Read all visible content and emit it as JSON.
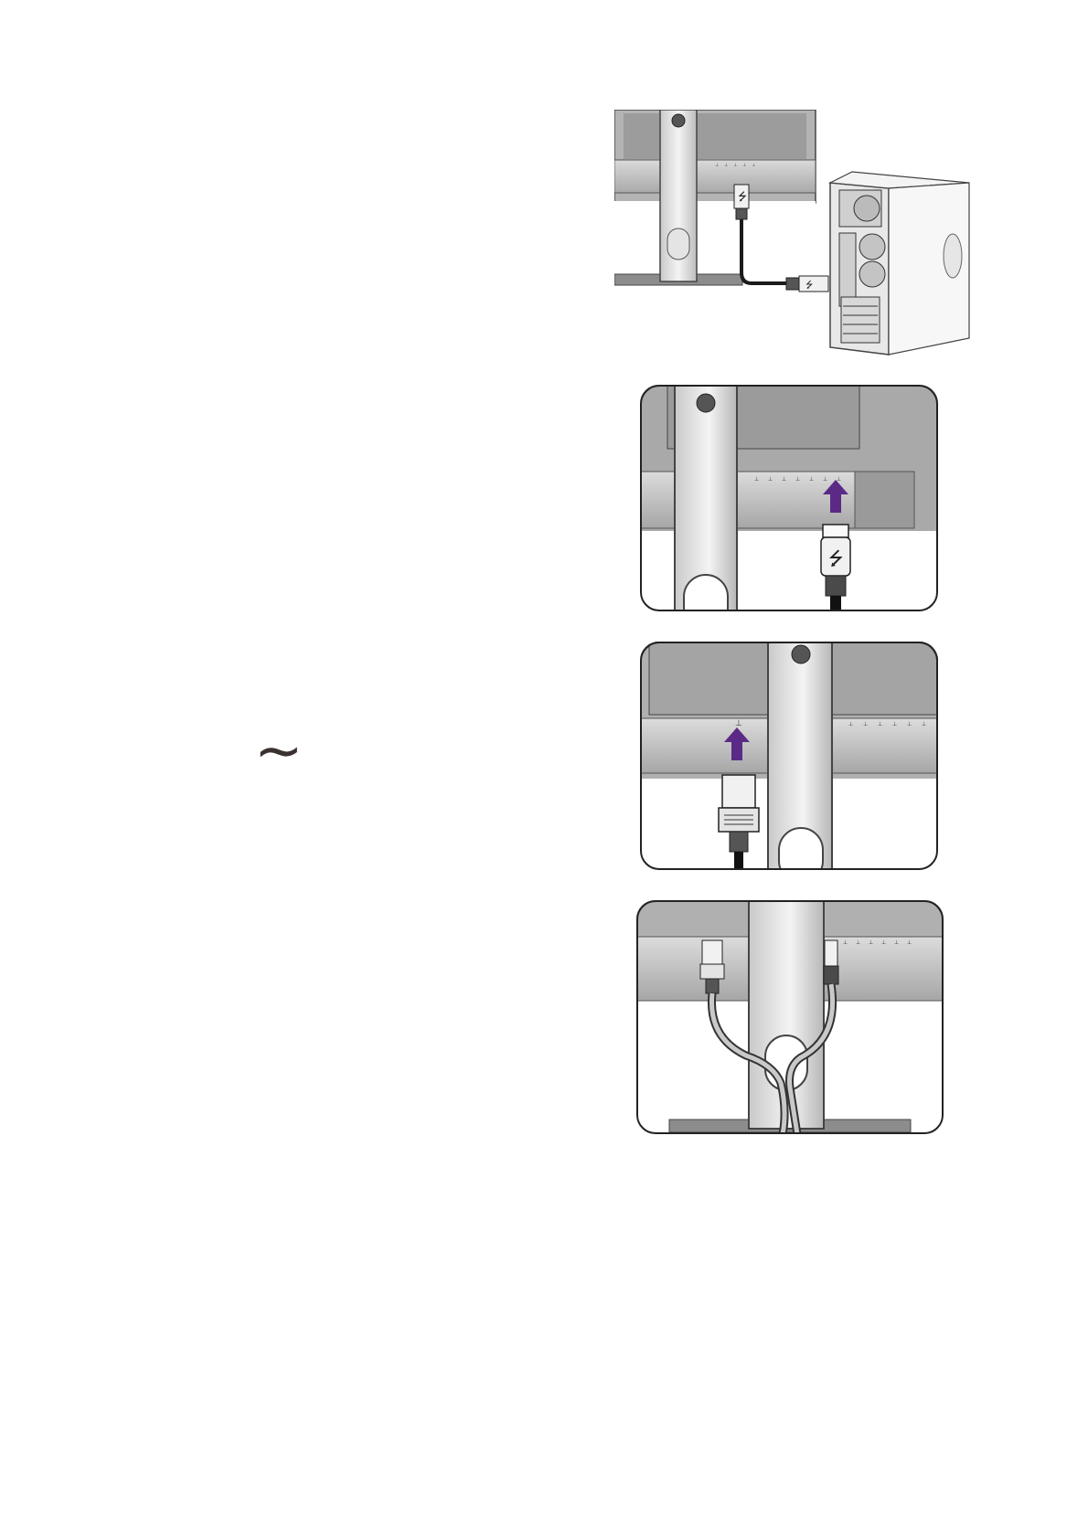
{
  "page": {
    "ac_symbol": "∼",
    "accent_arrow_color": "#5b2a86",
    "illustrations": [
      {
        "name": "usb-pc-connection",
        "port_icons": [
          "usb-icon"
        ]
      },
      {
        "name": "usb-upstream-plug",
        "port_icons": [
          "usb-icon"
        ]
      },
      {
        "name": "power-cord-plug",
        "port_icons": [
          "ac-power-icon"
        ]
      },
      {
        "name": "cable-routing",
        "port_icons": []
      }
    ]
  }
}
